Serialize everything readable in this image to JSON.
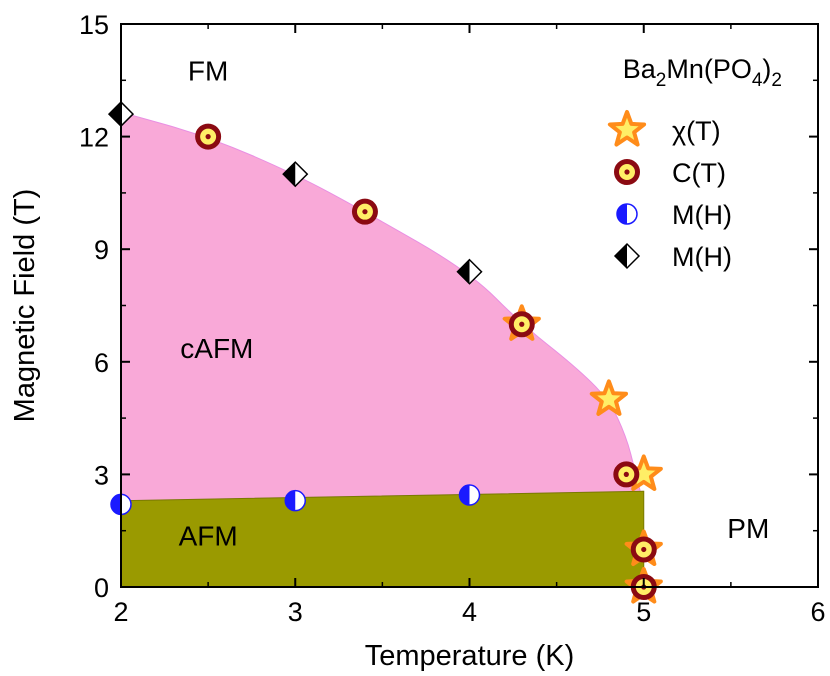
{
  "chart_data": {
    "type": "scatter",
    "title": "",
    "xlabel": "Temperature (K)",
    "ylabel": "Magnetic  Field (T)",
    "xlim": [
      2,
      6
    ],
    "ylim": [
      0,
      15
    ],
    "xticks": [
      2,
      3,
      4,
      5,
      6
    ],
    "yticks": [
      0,
      3,
      6,
      9,
      12,
      15
    ],
    "grid": false,
    "compound": {
      "base": "Ba",
      "sub1": "2",
      "mid": "Mn(PO",
      "sub2": "4",
      "close": ")",
      "sub3": "2"
    },
    "regions": [
      {
        "name": "FM",
        "color": "#ffffff",
        "label_at": [
          2.5,
          13.5
        ]
      },
      {
        "name": "cAFM",
        "color": "#f9a9d8",
        "label_at": [
          2.55,
          6.1
        ]
      },
      {
        "name": "AFM",
        "color": "#9a9a00",
        "label_at": [
          2.5,
          1.1
        ]
      },
      {
        "name": "PM",
        "color": "#ffffff",
        "label_at": [
          5.6,
          1.3
        ]
      }
    ],
    "boundaries": {
      "upper": [
        [
          2.0,
          12.65
        ],
        [
          2.5,
          12.0
        ],
        [
          3.0,
          11.0
        ],
        [
          3.4,
          10.0
        ],
        [
          4.0,
          8.4
        ],
        [
          4.3,
          7.0
        ],
        [
          4.6,
          5.9
        ],
        [
          4.8,
          5.0
        ],
        [
          4.9,
          4.0
        ],
        [
          4.95,
          3.1
        ],
        [
          4.98,
          2.55
        ]
      ],
      "afm_top": [
        [
          2.0,
          2.3
        ],
        [
          5.0,
          2.55
        ]
      ],
      "afm_right_x": 5.0
    },
    "legend": {
      "placement": "top-right",
      "entries": [
        "χ(T)",
        "C(T)",
        "M(H)",
        "M(H)"
      ]
    },
    "series": [
      {
        "name": "χ(T)",
        "marker": "star",
        "color": "#ff8c1a",
        "fill": "#ffee66",
        "x": [
          4.3,
          4.8,
          5.0,
          5.0,
          5.0
        ],
        "y": [
          7.0,
          5.0,
          3.0,
          1.0,
          0.0
        ]
      },
      {
        "name": "C(T)",
        "marker": "bullseye",
        "color": "#8b0a12",
        "fill": "#ffee66",
        "x": [
          2.5,
          3.4,
          4.3,
          4.9,
          5.0,
          5.0
        ],
        "y": [
          12.0,
          10.0,
          7.0,
          3.0,
          1.0,
          0.0
        ]
      },
      {
        "name": "M(H)",
        "marker": "half-circle",
        "color": "#1a1aff",
        "fill": "#ffffff",
        "x": [
          2.0,
          3.0,
          4.0
        ],
        "y": [
          2.2,
          2.3,
          2.45
        ]
      },
      {
        "name": "M(H)",
        "marker": "half-diamond",
        "color": "#000000",
        "fill": "#ffffff",
        "x": [
          2.0,
          3.0,
          4.0
        ],
        "y": [
          12.6,
          11.0,
          8.4
        ]
      }
    ]
  }
}
